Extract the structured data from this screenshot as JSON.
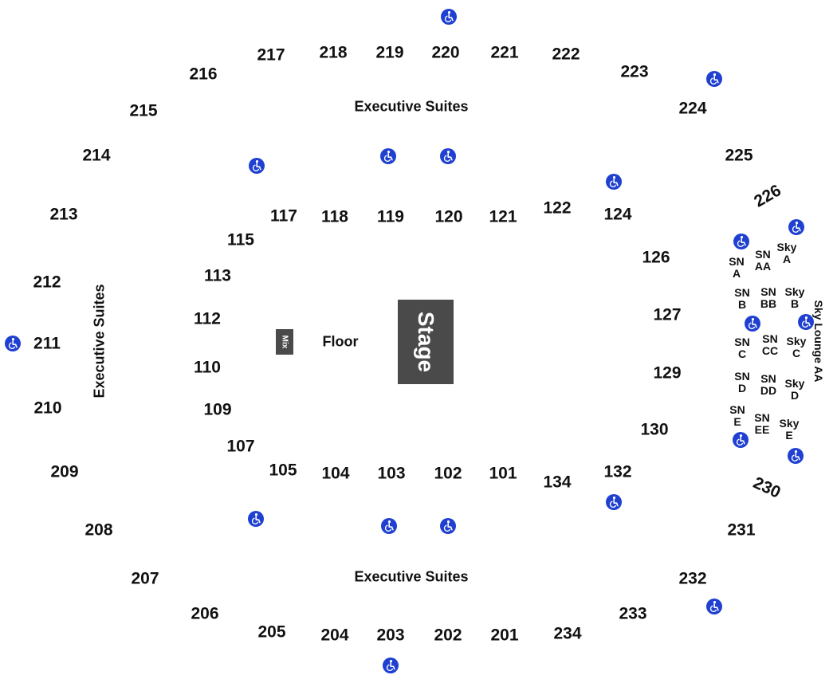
{
  "map": {
    "stage_label": "Stage",
    "mix_label": "Mix",
    "floor_label": "Floor",
    "executive_suites_label": "Executive Suites",
    "sky_lounge_label": "Sky Lounge AA",
    "wheelchair_icon": "wheelchair-accessible-icon",
    "colors": {
      "stage": "#4a4a4a",
      "accessible": "#1f40d0",
      "text": "#111111"
    },
    "upper_sections": [
      "201",
      "202",
      "203",
      "204",
      "205",
      "206",
      "207",
      "208",
      "209",
      "210",
      "211",
      "212",
      "213",
      "214",
      "215",
      "216",
      "217",
      "218",
      "219",
      "220",
      "221",
      "222",
      "223",
      "224",
      "225",
      "226",
      "230",
      "231",
      "232",
      "233",
      "234"
    ],
    "lower_sections": [
      "101",
      "102",
      "103",
      "104",
      "105",
      "107",
      "109",
      "110",
      "112",
      "113",
      "115",
      "117",
      "118",
      "119",
      "120",
      "121",
      "122",
      "124",
      "126",
      "127",
      "129",
      "130",
      "132",
      "134"
    ],
    "sky_boxes": [
      "SN A",
      "SN AA",
      "Sky A",
      "SN B",
      "SN BB",
      "Sky B",
      "SN C",
      "SN CC",
      "Sky C",
      "SN D",
      "SN DD",
      "Sky D",
      "SN E",
      "SN EE",
      "Sky E"
    ]
  }
}
